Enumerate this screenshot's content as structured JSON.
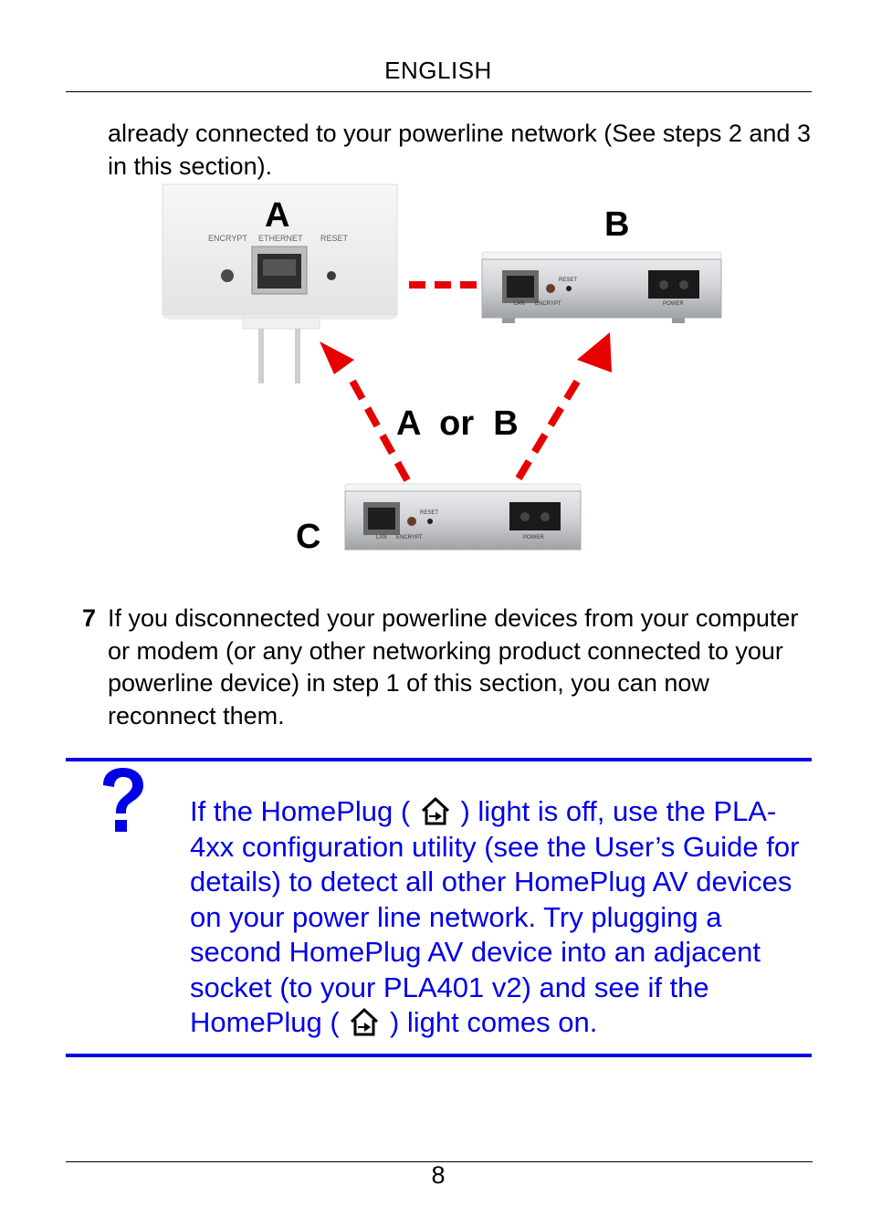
{
  "header": {
    "title": "ENGLISH"
  },
  "intro": {
    "text": "already connected to your powerline network (See steps 2 and 3 in this section)."
  },
  "figure": {
    "label_a": "A",
    "label_b": "B",
    "label_c": "C",
    "label_a_or_b": "A  or  B",
    "device_a_ports": {
      "encrypt": "ENCRYPT",
      "ethernet": "ETHERNET",
      "reset": "RESET"
    },
    "device_b_ports": {
      "reset": "RESET",
      "lan": "LAN",
      "encrypt": "ENCRYPT",
      "power": "POWER"
    },
    "device_c_ports": {
      "reset": "RESET",
      "lan": "LAN",
      "encrypt": "ENCRYPT",
      "power": "POWER"
    },
    "arrow_color": "#e60000"
  },
  "step7": {
    "number": "7",
    "text": "If you disconnected your powerline devices from your computer or modem (or any other networking product connected to your powerline device) in step 1 of this section, you can now reconnect them."
  },
  "note": {
    "icon": "question-mark-icon",
    "part1": "If the HomePlug (",
    "part2": ") light is off, use the PLA-4xx configuration utility (see the User’s Guide for details) to detect all other HomePlug AV devices on your power line network. Try plugging a second HomePlug AV device into an adjacent socket (to your PLA401 v2) and see if the HomePlug (",
    "part3": ") light comes on.",
    "color": "#0000e6",
    "inline_icon": "homeplug-icon"
  },
  "footer": {
    "page_number": "8"
  }
}
